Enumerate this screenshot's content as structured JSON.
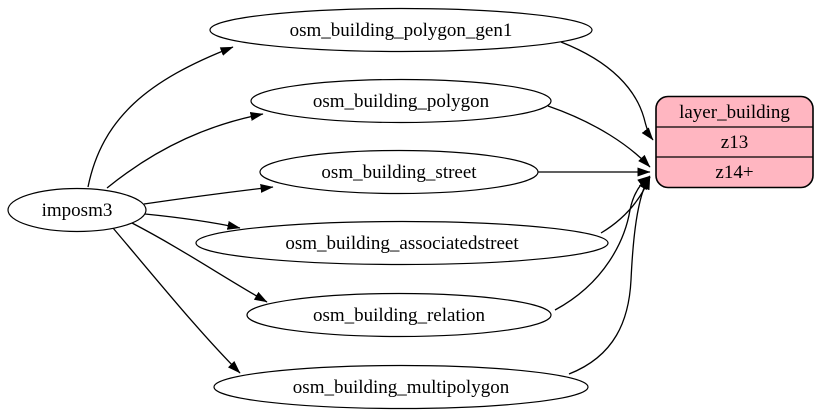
{
  "colors": {
    "background": "#ffffff",
    "table_fill": "#ffffff",
    "layer_fill": "#ffb6c1",
    "stroke": "#000000"
  },
  "source": {
    "label": "imposm3"
  },
  "tables": [
    {
      "label": "osm_building_polygon_gen1"
    },
    {
      "label": "osm_building_polygon"
    },
    {
      "label": "osm_building_street"
    },
    {
      "label": "osm_building_associatedstreet"
    },
    {
      "label": "osm_building_relation"
    },
    {
      "label": "osm_building_multipolygon"
    }
  ],
  "layer": {
    "title": "layer_building",
    "rows": [
      {
        "label": "z13"
      },
      {
        "label": "z14+"
      }
    ]
  },
  "edges": [
    {
      "from": "imposm3",
      "to": "osm_building_polygon_gen1"
    },
    {
      "from": "imposm3",
      "to": "osm_building_polygon"
    },
    {
      "from": "imposm3",
      "to": "osm_building_street"
    },
    {
      "from": "imposm3",
      "to": "osm_building_associatedstreet"
    },
    {
      "from": "imposm3",
      "to": "osm_building_relation"
    },
    {
      "from": "imposm3",
      "to": "osm_building_multipolygon"
    },
    {
      "from": "osm_building_polygon_gen1",
      "to": "layer_building:z13"
    },
    {
      "from": "osm_building_polygon",
      "to": "layer_building:z14+"
    },
    {
      "from": "osm_building_street",
      "to": "layer_building:z14+"
    },
    {
      "from": "osm_building_associatedstreet",
      "to": "layer_building:z14+"
    },
    {
      "from": "osm_building_relation",
      "to": "layer_building:z14+"
    },
    {
      "from": "osm_building_multipolygon",
      "to": "layer_building:z14+"
    }
  ]
}
